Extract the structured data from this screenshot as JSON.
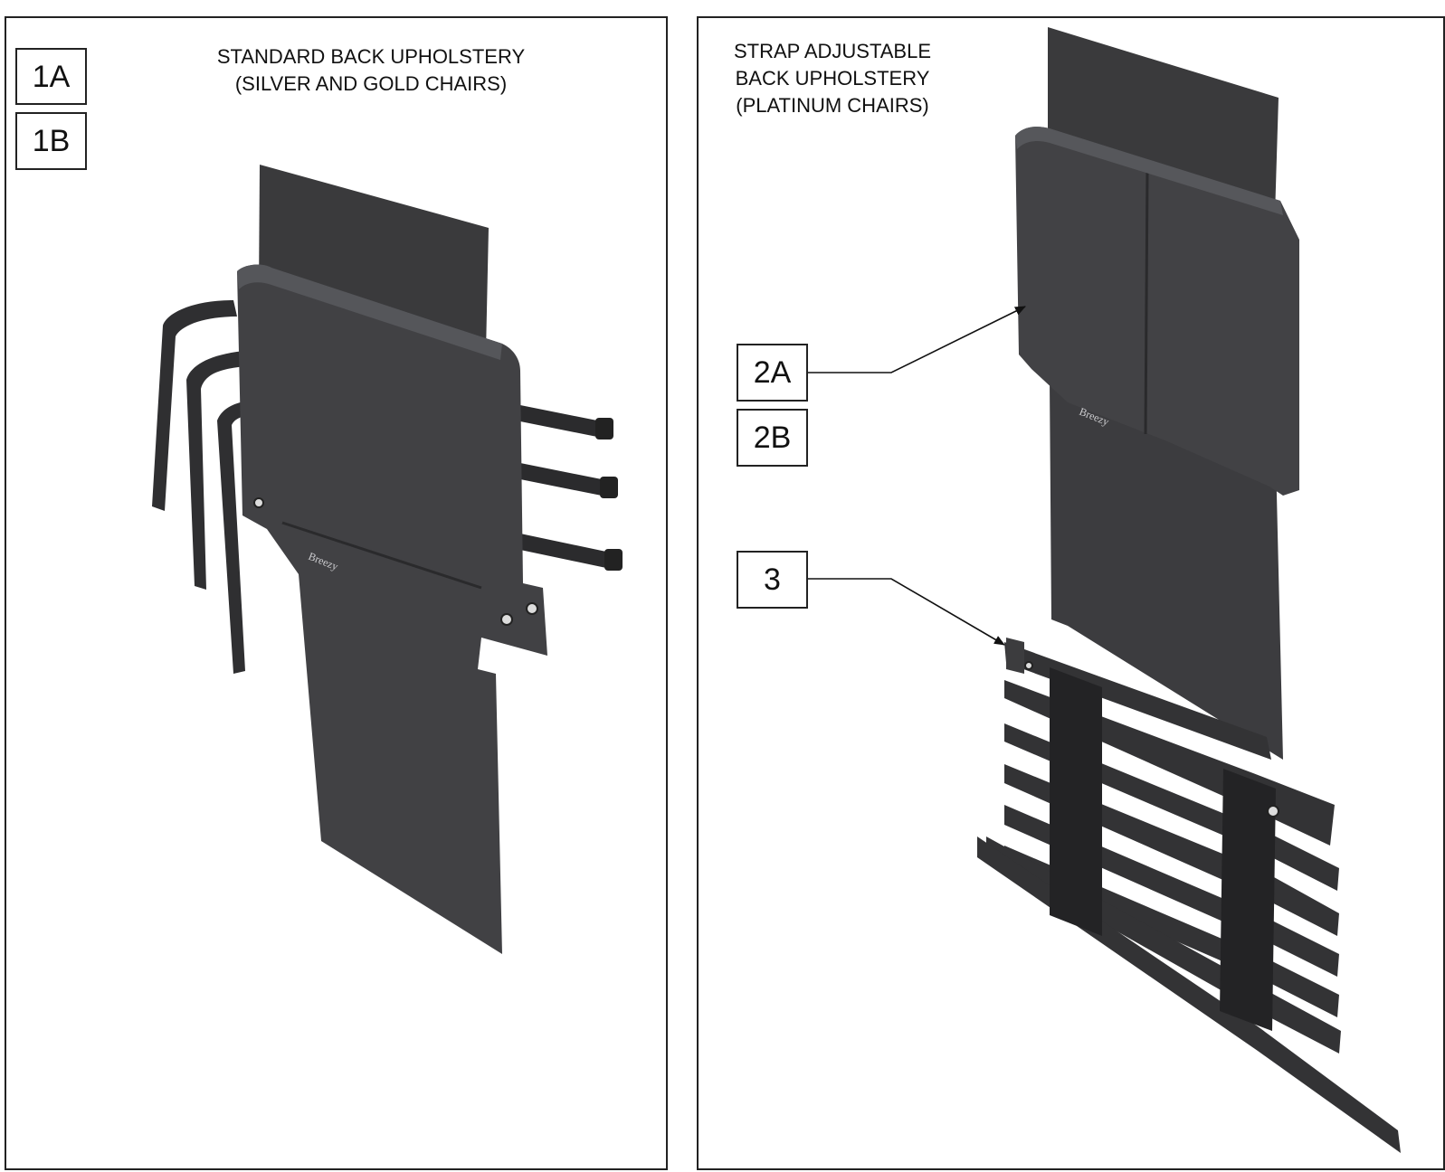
{
  "left_panel": {
    "title_lines": [
      "STANDARD BACK UPHOLSTERY",
      "(SILVER AND GOLD CHAIRS)"
    ],
    "callouts": [
      "1A",
      "1B"
    ],
    "brand_label": "Breezy"
  },
  "right_panel": {
    "title_lines": [
      "STRAP ADJUSTABLE",
      "BACK UPHOLSTERY",
      "(PLATINUM CHAIRS)"
    ],
    "callouts": [
      "2A",
      "2B",
      "3"
    ],
    "brand_label": "Breezy"
  },
  "colors": {
    "fabric": "#3f3f41",
    "fabric_dark": "#2a2a2c",
    "fabric_light": "#55565a",
    "line": "#111111"
  }
}
